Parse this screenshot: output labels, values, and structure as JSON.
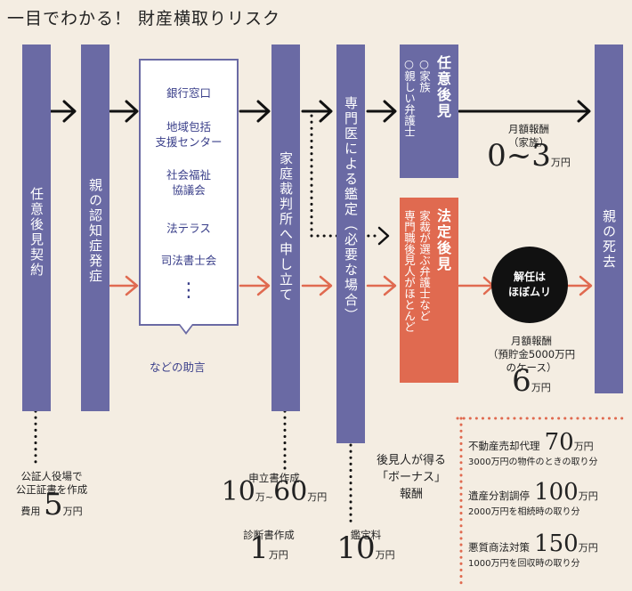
{
  "title": "一目でわかる！ 財産横取りリスク",
  "bars": {
    "nini_keiyaku": "任意後見契約",
    "ninchi": "親の認知症発症",
    "saibansho": "家庭裁判所へ申し立て",
    "kantei": "専門医による鑑定（必要な場合）",
    "shibou": "親の死去"
  },
  "advice": {
    "items": [
      "銀行窓口",
      "地域包括\n支援センター",
      "社会福祉\n協議会",
      "法テラス",
      "司法書士会"
    ],
    "dots": "⋮",
    "caption": "などの助言"
  },
  "nini_box": {
    "heading": "任意後見",
    "body": "○家族\n○親しい弁護士"
  },
  "houtei_box": {
    "heading": "法定後見",
    "body": "家裁が選ぶ弁護士など\n専門職後見人がほとんど"
  },
  "circle": {
    "line1": "解任は",
    "line2": "ほぼムリ"
  },
  "fee_family": {
    "label1": "月額報酬",
    "label2": "（家族）",
    "value": "0~3",
    "unit": "万円"
  },
  "fee_pro": {
    "label1": "月額報酬",
    "label2": "（預貯金5000万円",
    "label3": "のケース）",
    "value": "6",
    "unit": "万円"
  },
  "koshou": {
    "label1": "公証人役場で",
    "label2": "公正証書を作成",
    "cost_label": "費用",
    "value": "5",
    "unit": "万円"
  },
  "moushitate": {
    "label": "申立書作成",
    "v1": "10",
    "u1": "万~",
    "v2": "60",
    "u2": "万円"
  },
  "shindan": {
    "label": "診断書作成",
    "value": "1",
    "unit": "万円"
  },
  "kantei_fee": {
    "label": "鑑定料",
    "value": "10",
    "unit": "万円"
  },
  "bonus": {
    "line1": "後見人が得る",
    "line2": "「ボーナス」",
    "line3": "報酬"
  },
  "bonus_items": [
    {
      "title": "不動産売却代理",
      "value": "70",
      "unit": "万円",
      "sub": "3000万円の物件のときの取り分"
    },
    {
      "title": "遺産分割調停",
      "value": "100",
      "unit": "万円",
      "sub": "2000万円を相続時の取り分"
    },
    {
      "title": "悪質商法対策",
      "value": "150",
      "unit": "万円",
      "sub": "1000万円を回収時の取り分"
    }
  ],
  "colors": {
    "purple": "#6a6aa4",
    "orange": "#e06a50",
    "bg": "#f4ede2"
  }
}
